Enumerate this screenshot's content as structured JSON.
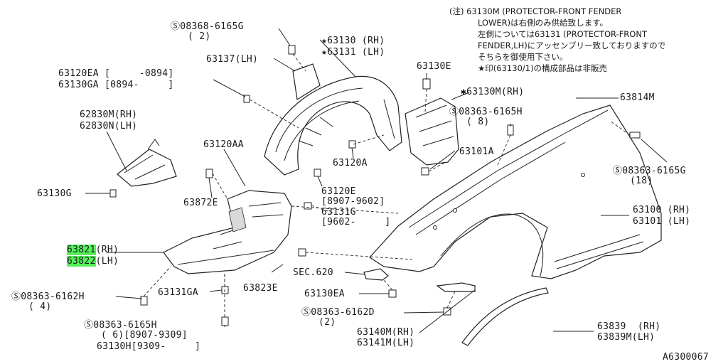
{
  "notes": {
    "line1": "(注) 63130M (PROTECTOR-FRONT FENDER",
    "line2": "LOWER)は右側のみ供給致します。",
    "line3": "左側については63131 (PROTECTOR-FRONT",
    "line4": "FENDER,LH)にアッセンブリー致しておりますので",
    "line5": "そちらを御使用下さい。",
    "line6": "★印(63130/1)の構成部品は非販売"
  },
  "labels": {
    "s08368_6165g": "Ⓢ08368-6165G",
    "s08368_6165g_qty": "( 2)",
    "p63137": "63137(LH)",
    "p63130_rh": "★63130 (RH)",
    "p63131_lh": "★63131 (LH)",
    "p63120ea": "63120EA [     -0894]",
    "p63130ga": "63130GA [0894-     ]",
    "p62830m": "62830M(RH)",
    "p62830n": "62830N(LH)",
    "p63130g": "63130G",
    "p63120aa": "63120AA",
    "p63872e": "63872E",
    "p63120a": "63120A",
    "p63120e": "63120E",
    "p63120e_date": "[8907-9602]",
    "p63131g": "63131G",
    "p63131g_date": "[9602-     ]",
    "p63130e": "63130E",
    "p63130m": "✱63130M(RH)",
    "s08363_6165h_top": "Ⓢ08363-6165H",
    "s08363_6165h_top_qty": "( 8)",
    "p63101a": "63101A",
    "p63814m": "63814M",
    "s08363_6165g": "Ⓢ08363-6165G",
    "s08363_6165g_qty": "(18)",
    "p63100": "63100 (RH)",
    "p63101": "63101 (LH)",
    "p63821_code": "63821",
    "p63821_side": "(RH)",
    "p63822_code": "63822",
    "p63822_side": "(LH)",
    "sec620": "SEC.620",
    "p63130ea": "63130EA",
    "s08363_6162h": "Ⓢ08363-6162H",
    "s08363_6162h_qty": "( 4)",
    "p63131ga": "63131GA",
    "p63823e": "63823E",
    "s08363_6162d": "Ⓢ08363-6162D",
    "s08363_6162d_qty": "(2)",
    "s08363_6165h_bot": "Ⓢ08363-6165H",
    "s08363_6165h_bot_line2": "( 6)[8907-9309]",
    "p63130h": "63130H[9309-     ]",
    "p63140m": "63140M(RH)",
    "p63141m": "63141M(LH)",
    "p63839": "63839  (RH)",
    "p63839m": "63839M(LH)",
    "diagram_code": "A6300067"
  },
  "colors": {
    "highlight": "#54f15a",
    "ink": "#222222"
  }
}
